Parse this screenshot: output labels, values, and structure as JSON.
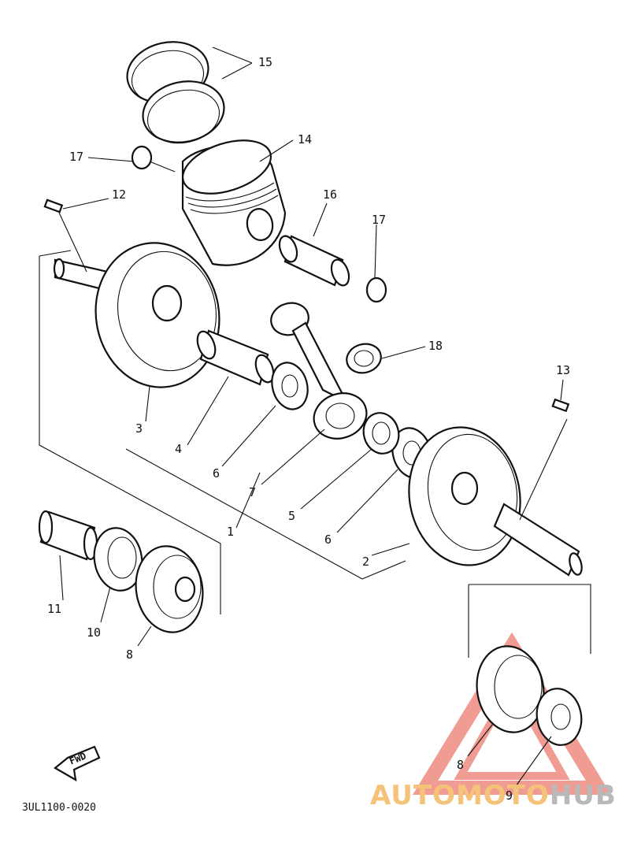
{
  "diagram": {
    "callouts": [
      {
        "id": "15",
        "text": "15"
      },
      {
        "id": "14",
        "text": "14"
      },
      {
        "id": "17a",
        "text": "17"
      },
      {
        "id": "12",
        "text": "12"
      },
      {
        "id": "16",
        "text": "16"
      },
      {
        "id": "17b",
        "text": "17"
      },
      {
        "id": "18",
        "text": "18"
      },
      {
        "id": "13",
        "text": "13"
      },
      {
        "id": "3",
        "text": "3"
      },
      {
        "id": "4",
        "text": "4"
      },
      {
        "id": "6a",
        "text": "6"
      },
      {
        "id": "7",
        "text": "7"
      },
      {
        "id": "1",
        "text": "1"
      },
      {
        "id": "5",
        "text": "5"
      },
      {
        "id": "6b",
        "text": "6"
      },
      {
        "id": "2",
        "text": "2"
      },
      {
        "id": "11",
        "text": "11"
      },
      {
        "id": "10",
        "text": "10"
      },
      {
        "id": "8a",
        "text": "8"
      },
      {
        "id": "8b",
        "text": "8"
      },
      {
        "id": "9",
        "text": "9"
      }
    ],
    "fwd_badge": "FWD",
    "part_code": "3UL1100-0020",
    "watermark": {
      "part1": "AUTOMOTO",
      "part2": "HUB"
    }
  },
  "colors": {
    "ink": "#111111",
    "watermark_red": "#e74c3c",
    "watermark_orange": "#f5c27a",
    "watermark_gray": "#b9b9b9"
  }
}
